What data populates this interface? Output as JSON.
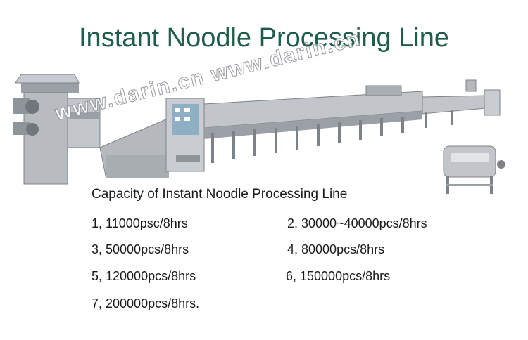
{
  "title": "Instant Noodle Processing Line",
  "watermark": "www.darin.cn www.darin.cn",
  "capacity": {
    "heading": "Capacity of Instant Noodle Processing Line",
    "items": [
      "1, 11000psc/8hrs",
      "2, 30000~40000pcs/8hrs",
      "3, 50000pcs/8hrs",
      "4, 80000pcs/8hrs",
      "5, 120000pcs/8hrs",
      "6, 150000pcs/8hrs",
      "7, 200000pcs/8hrs."
    ]
  },
  "colors": {
    "title": "#1f5e46",
    "machine_body": "#b8bcc0",
    "machine_dark": "#7d8288",
    "control_panel": "#8fb0c4"
  }
}
